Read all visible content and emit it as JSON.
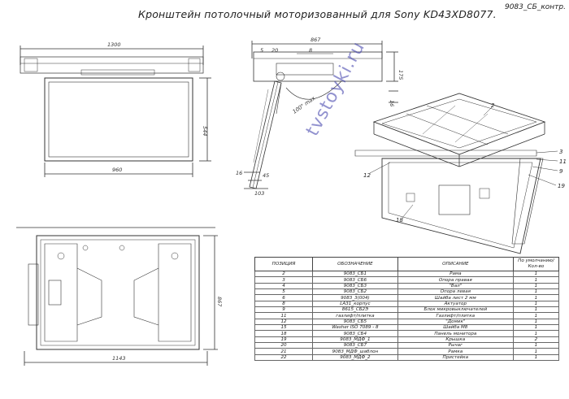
{
  "title": "Кронштейн потолочный моторизованный для Sony KD43XD8077.",
  "doc_code": "9083_СБ_контр.",
  "watermark": "tvstoyki.ru",
  "dims": {
    "w1300": "1300",
    "w960": "960",
    "h544": "544",
    "w867": "867",
    "h175": "175",
    "h16": "16",
    "angle": "100° max",
    "d5": "5",
    "d20": "20",
    "d8": "8",
    "d16": "16",
    "d45": "45",
    "d103": "103",
    "w1143": "1143",
    "h867": "867"
  },
  "callouts": [
    "2",
    "3",
    "11",
    "9",
    "19",
    "12",
    "18"
  ],
  "table": {
    "headers": [
      "ПОЗИЦИЯ",
      "ОБОЗНАЧЕНИЕ",
      "ОПИСАНИЕ",
      "По умолчанию/Кол-во"
    ],
    "rows": [
      [
        "2",
        "9083_СБ1",
        "Рама",
        "1"
      ],
      [
        "3",
        "9083_СБ6",
        "Опора правая",
        "1"
      ],
      [
        "4",
        "9083_СБ3",
        "\"Вал\"",
        "1"
      ],
      [
        "5",
        "9083_СБ2",
        "Опора левая",
        "1"
      ],
      [
        "6",
        "9083_3(004)",
        "Шайба лист 2 мм",
        "1"
      ],
      [
        "8",
        "LA31_корпус",
        "Актуатор",
        "1"
      ],
      [
        "9",
        "8615_СБ2Э",
        "Блок микровыключателей",
        "1"
      ],
      [
        "11",
        "газлифт/плитка",
        "Газлифт/плитка",
        "1"
      ],
      [
        "12",
        "9083_СБ5",
        "\"Домик\"",
        "1"
      ],
      [
        "15",
        "Washer ISO 7089 - 8",
        "Шайба М8",
        "1"
      ],
      [
        "18",
        "9083_СБ4",
        "Панель монитора",
        "1"
      ],
      [
        "19",
        "9083_МДФ_1",
        "Крышка",
        "2"
      ],
      [
        "20",
        "9083_СБ7",
        "Рычаг",
        "1"
      ],
      [
        "21",
        "9083_МДФ_шаблон",
        "Рамка",
        "1"
      ],
      [
        "22",
        "9083_МДФ_2",
        "Пристейка",
        "1"
      ]
    ]
  }
}
